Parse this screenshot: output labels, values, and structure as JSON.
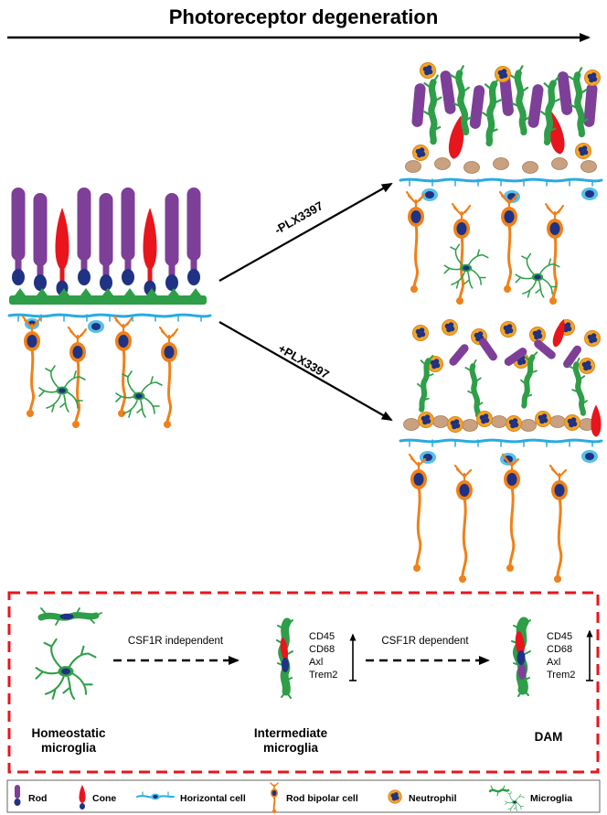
{
  "title": "Photoreceptor degeneration",
  "branch_arrows": {
    "top_label": "-PLX3397",
    "bottom_label": "+PLX3397"
  },
  "pathway_box": {
    "stages": [
      {
        "line1": "Homeostatic",
        "line2": "microglia"
      },
      {
        "line1": "Intermediate",
        "line2": "microglia"
      },
      {
        "line1": "DAM",
        "line2": ""
      }
    ],
    "transitions": [
      "CSF1R independent",
      "CSF1R dependent"
    ],
    "markers": [
      "CD45",
      "CD68",
      "Axl",
      "Trem2"
    ]
  },
  "legend": {
    "items": [
      "Rod",
      "Cone",
      "Horizontal cell",
      "Rod bipolar cell",
      "Neutrophil",
      "Microglia"
    ]
  },
  "colors": {
    "rod": "#7d3f98",
    "cone": "#e8151d",
    "horizontal_cell": "#29abe2",
    "rod_bipolar_cell": "#f08018",
    "neutrophil": "#f5a426",
    "microglia": "#2e9e48",
    "nucleus": "#203283",
    "pathway_box_border": "#e8151d"
  }
}
